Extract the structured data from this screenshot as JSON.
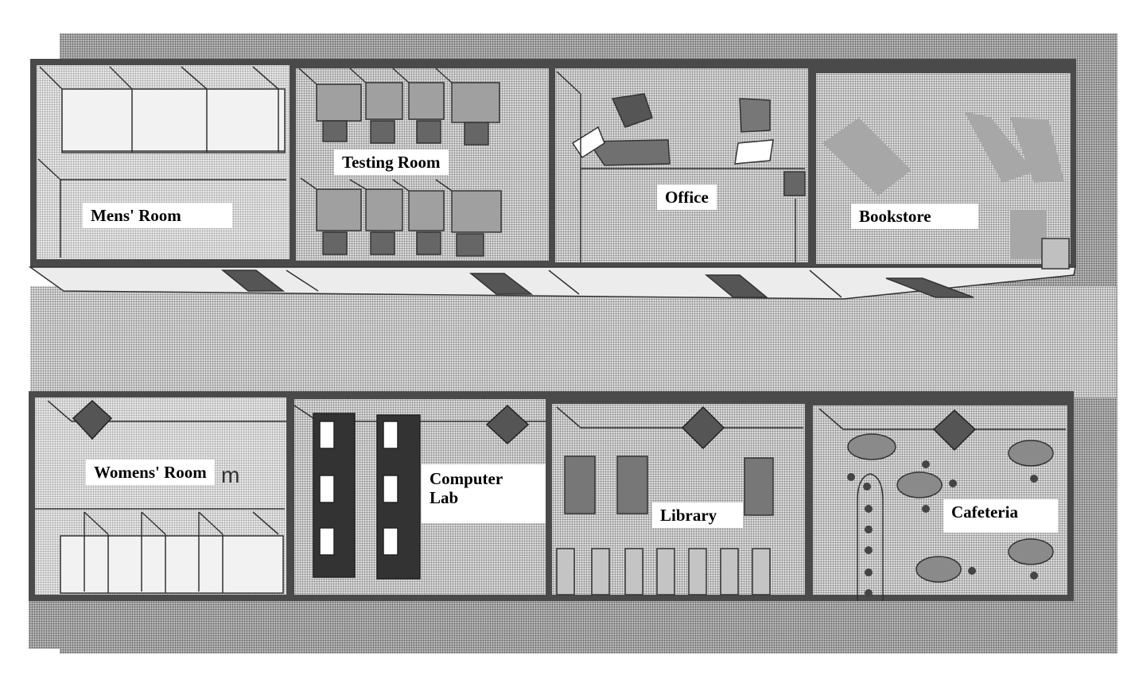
{
  "rooms": {
    "mens_room": "Mens' Room",
    "testing_room": "Testing Room",
    "office": "Office",
    "bookstore": "Bookstore",
    "womens_room": "Womens' Room",
    "computer_lab_line1": "Computer",
    "computer_lab_line2": "Lab",
    "library": "Library",
    "cafeteria": "Cafeteria"
  },
  "stray_text": "m",
  "colors": {
    "wall": "#4a4a4a",
    "floor": "#d9d9d9",
    "label_bg": "#ffffff"
  }
}
